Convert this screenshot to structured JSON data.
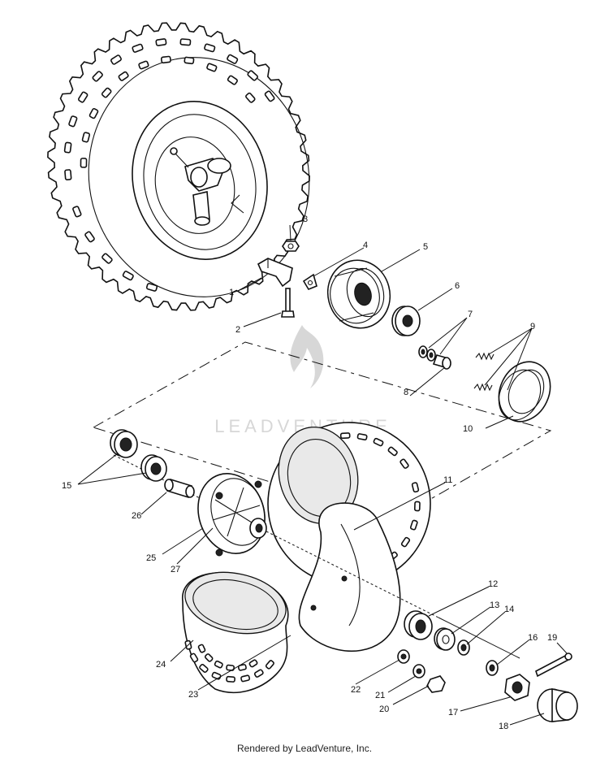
{
  "watermark": {
    "text": "LEADVENTURE"
  },
  "caption": "Rendered by LeadVenture, Inc.",
  "callouts": {
    "c1": "1",
    "c2": "2",
    "c3": "3",
    "c4": "4",
    "c5": "5",
    "c6": "6",
    "c7": "7",
    "c8": "8",
    "c9": "9",
    "c10": "10",
    "c11": "11",
    "c12": "12",
    "c13": "13",
    "c14": "14",
    "c15": "15",
    "c16": "16",
    "c17": "17",
    "c18": "18",
    "c19": "19",
    "c20": "20",
    "c21": "21",
    "c22": "22",
    "c23": "23",
    "c24": "24",
    "c25": "25",
    "c26": "26",
    "c27": "27"
  },
  "colors": {
    "line": "#111111",
    "watermark": "#d7d7d7",
    "background": "#ffffff"
  }
}
